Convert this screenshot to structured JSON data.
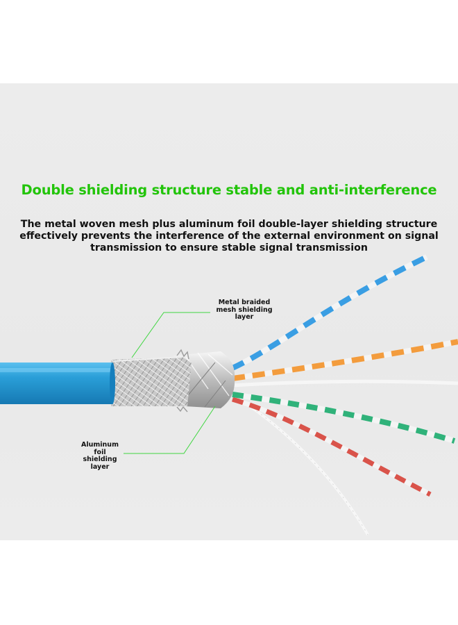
{
  "headline": {
    "text": "Double shielding structure stable and anti-interference",
    "color": "#22c40a"
  },
  "subtitle": {
    "lines": [
      "The metal woven mesh plus aluminum foil double-layer shielding structure",
      "effectively prevents the interference of the external environment on signal",
      "transmission to ensure stable signal transmission"
    ]
  },
  "callouts": {
    "mesh": {
      "lines": [
        "Metal braided",
        "mesh shielding",
        "layer"
      ]
    },
    "foil": {
      "lines": [
        "Aluminum",
        "foil",
        "shielding",
        "layer"
      ]
    },
    "line_color": "#3fd640"
  },
  "colors": {
    "cable_jacket": "#2a9fd8",
    "wire_blue": "#3a9ee3",
    "wire_orange": "#f39c3d",
    "wire_green": "#30b27a",
    "wire_red": "#d9534a",
    "wire_white": "#f4f4f4"
  }
}
